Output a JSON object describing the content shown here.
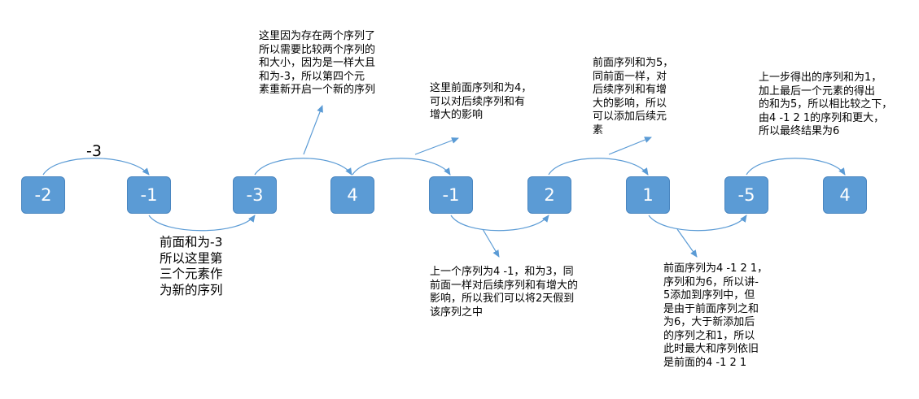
{
  "nodes": [
    "-2",
    "-1",
    "-3",
    "4",
    "-1",
    "2",
    "1",
    "-5",
    "4"
  ],
  "arc_label": "-3",
  "notes": {
    "n1": [
      "前面和为-3",
      "所以这里第",
      "三个元素作",
      "为新的序列"
    ],
    "n2": [
      "这里因为存在两个序列了",
      "所以需要比较两个序列的",
      "和大小，因为是一样大且",
      "和为-3，所以第四个元",
      "素重新开启一个新的序列"
    ],
    "n3": [
      "这里前面序列和为4，",
      "可以对后续序列和有",
      "增大的影响"
    ],
    "n4": [
      "上一个序列为4  -1，和为3，同",
      "前面一样对后续序列和有增大的",
      "影响，所以我们可以将2天假到",
      "该序列之中"
    ],
    "n5": [
      "前面序列和为5，",
      "同前面一样，对",
      "后续序列和有增",
      "大的影响，所以",
      "可以添加后续元",
      "素"
    ],
    "n6": [
      "前面序列为4 -1 2 1，",
      "序列和为6，所以讲-",
      "5添加到序列中，但",
      "是由于前面序列之和",
      "为6，大于新添加后",
      "的序列之和1，所以",
      "此时最大和序列依旧",
      "是前面的4 -1 2 1"
    ],
    "n7": [
      "上一步得出的序列和为1，",
      "加上最后一个元素的得出",
      "的和为5，所以相比较之下，",
      "由4 -1 2 1的序列和更大，",
      "所以最终结果为6"
    ]
  },
  "colors": {
    "node_fill": "#5b9bd5",
    "node_border": "#4a86c0",
    "line": "#5b9bd5",
    "text": "#000000"
  }
}
